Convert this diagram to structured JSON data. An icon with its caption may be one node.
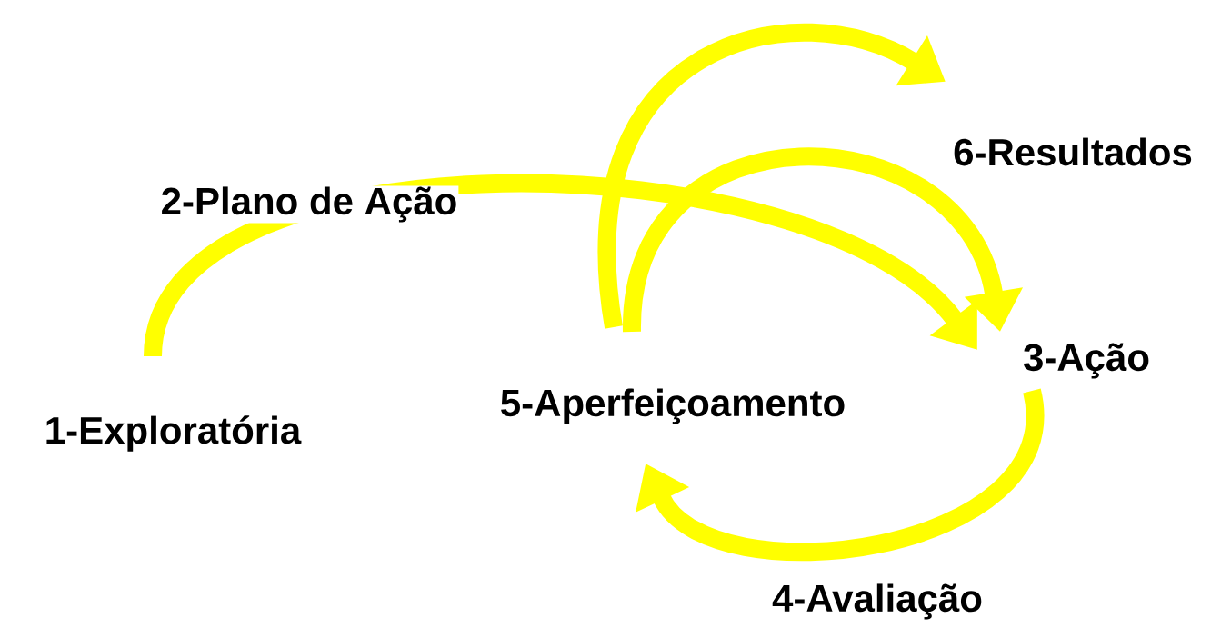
{
  "diagram": {
    "nodes": [
      {
        "text": [
          "1-Exploratória"
        ]
      },
      {
        "text": [
          "3-Ação"
        ]
      },
      {
        "text": [
          "5-Aperfeiçoamento"
        ]
      },
      {
        "text": [
          "6-Resultados"
        ]
      }
    ],
    "edges": [
      {
        "from": 0,
        "to": 1,
        "arrow": "to",
        "label": "2-Plano de Ação"
      },
      {
        "from": 2,
        "to": 1,
        "arrow": "to"
      },
      {
        "from": 2,
        "to": 3,
        "arrow": "to"
      },
      {
        "from": 1,
        "to": 2,
        "arrow": "to",
        "label": "4-Avaliação"
      }
    ]
  }
}
